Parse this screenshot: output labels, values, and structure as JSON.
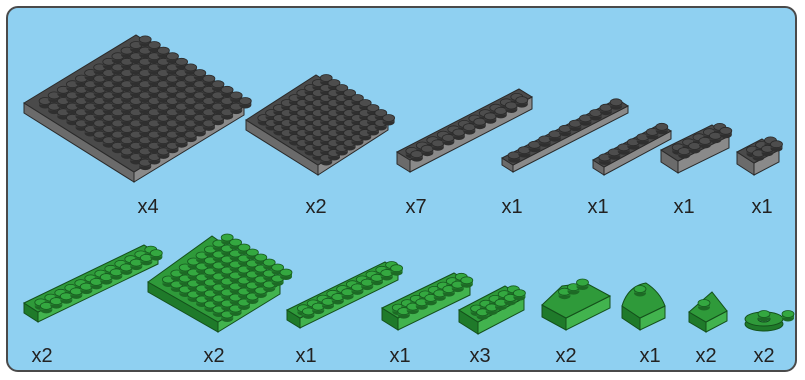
{
  "rows": [
    {
      "name": "dark-gray-parts",
      "color": "#4a4a4a",
      "items": [
        {
          "part": "large-square-plate-icon",
          "quantity": "x4"
        },
        {
          "part": "square-plate-icon",
          "quantity": "x2"
        },
        {
          "part": "long-brick-icon",
          "quantity": "x7"
        },
        {
          "part": "long-plate-icon",
          "quantity": "x1"
        },
        {
          "part": "short-plate-icon",
          "quantity": "x1"
        },
        {
          "part": "small-brick-icon",
          "quantity": "x1"
        },
        {
          "part": "tiny-brick-icon",
          "quantity": "x1"
        }
      ]
    },
    {
      "name": "green-parts",
      "color": "#2f9a3a",
      "items": [
        {
          "part": "long-plate-icon",
          "quantity": "x2"
        },
        {
          "part": "large-plate-icon",
          "quantity": "x2"
        },
        {
          "part": "long-brick-icon",
          "quantity": "x1"
        },
        {
          "part": "medium-brick-icon",
          "quantity": "x1"
        },
        {
          "part": "small-brick-icon",
          "quantity": "x3"
        },
        {
          "part": "slope-roof-icon",
          "quantity": "x2"
        },
        {
          "part": "curved-slope-icon",
          "quantity": "x1"
        },
        {
          "part": "wedge-slope-icon",
          "quantity": "x2"
        },
        {
          "part": "round-connector-icon",
          "quantity": "x2"
        }
      ]
    }
  ]
}
